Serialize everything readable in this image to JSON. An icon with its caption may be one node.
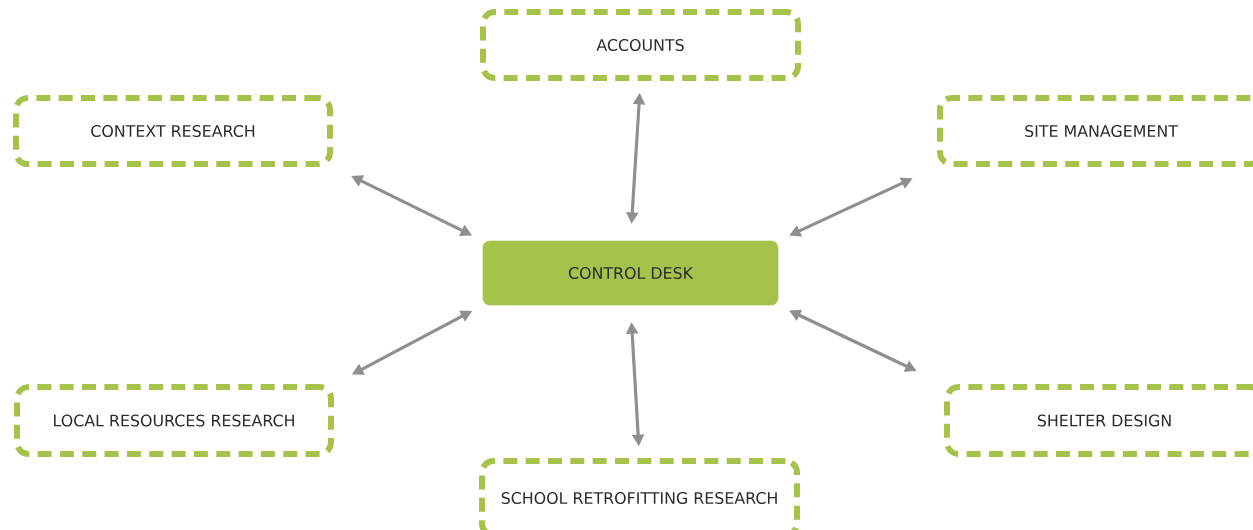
{
  "diagram": {
    "nodes": [
      {
        "text": [
          "ACCOUNTS"
        ]
      },
      {
        "text": [
          "CONTEXT RESEARCH"
        ]
      },
      {
        "text": [
          "SITE MANAGEMENT"
        ]
      },
      {
        "text": [
          "CONTROL DESK"
        ]
      },
      {
        "text": [
          "LOCAL RESOURCES RESEARCH"
        ]
      },
      {
        "text": [
          "SHELTER DESIGN"
        ]
      },
      {
        "text": [
          "SCHOOL RETROFITTING RESEARCH"
        ]
      }
    ],
    "edges": [
      {
        "from": 3,
        "to": 0,
        "arrow": "both"
      },
      {
        "from": 3,
        "to": 1,
        "arrow": "both"
      },
      {
        "from": 3,
        "to": 2,
        "arrow": "both"
      },
      {
        "from": 3,
        "to": 4,
        "arrow": "both"
      },
      {
        "from": 3,
        "to": 5,
        "arrow": "both"
      },
      {
        "from": 3,
        "to": 6,
        "arrow": "both"
      }
    ]
  }
}
